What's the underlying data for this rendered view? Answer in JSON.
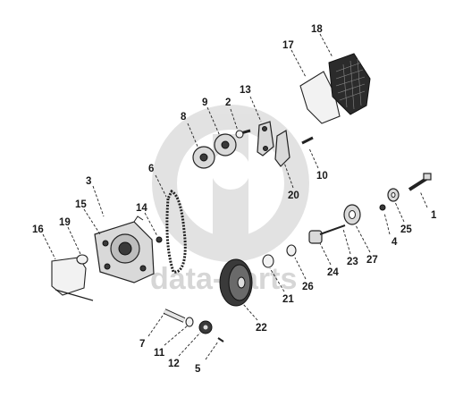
{
  "watermark": {
    "text": "data-parts",
    "logo_name": "data-parts logo"
  },
  "callouts": {
    "c1": "1",
    "c2": "2",
    "c3": "3",
    "c4": "4",
    "c5": "5",
    "c6": "6",
    "c7": "7",
    "c8": "8",
    "c9": "9",
    "c10": "10",
    "c11": "11",
    "c12": "12",
    "c13": "13",
    "c14": "14",
    "c15": "15",
    "c16": "16",
    "c17": "17",
    "c18": "18",
    "c19": "19",
    "c20": "20",
    "c21": "21",
    "c22": "22",
    "c23": "23",
    "c24": "24",
    "c25": "25",
    "c26": "26",
    "c27": "27"
  }
}
